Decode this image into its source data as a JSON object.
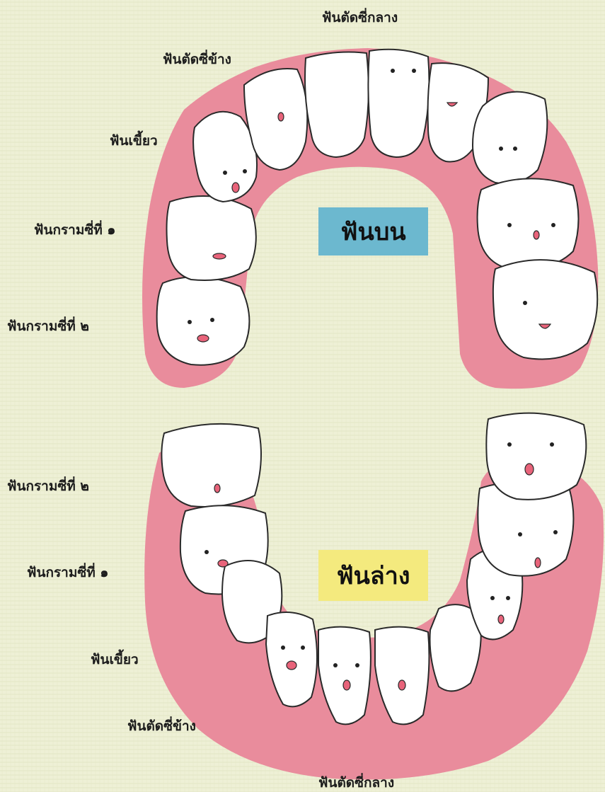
{
  "colors": {
    "background": "#eef0d6",
    "gum": "#e98c9c",
    "tooth": "#ffffff",
    "outline": "#2a2a2a",
    "upper_box": "#6cb8cf",
    "lower_box": "#f4ea7e",
    "mouth": "#e8637a"
  },
  "upper": {
    "box_label": "ฟันบน",
    "labels": {
      "central_incisor": "ฟันตัดซี่กลาง",
      "lateral_incisor": "ฟันตัดซี่ข้าง",
      "canine": "ฟันเขี้ยว",
      "first_molar": "ฟันกรามซี่ที่ ๑",
      "second_molar": "ฟันกรามซี่ที่ ๒"
    }
  },
  "lower": {
    "box_label": "ฟันล่าง",
    "labels": {
      "second_molar": "ฟันกรามซี่ที่ ๒",
      "first_molar": "ฟันกรามซี่ที่ ๑",
      "canine": "ฟันเขี้ยว",
      "lateral_incisor": "ฟันตัดซี่ข้าง",
      "central_incisor": "ฟันตัดซี่กลาง"
    }
  },
  "teeth_icons": [
    "molar-tooth-icon",
    "canine-tooth-icon",
    "incisor-tooth-icon"
  ]
}
